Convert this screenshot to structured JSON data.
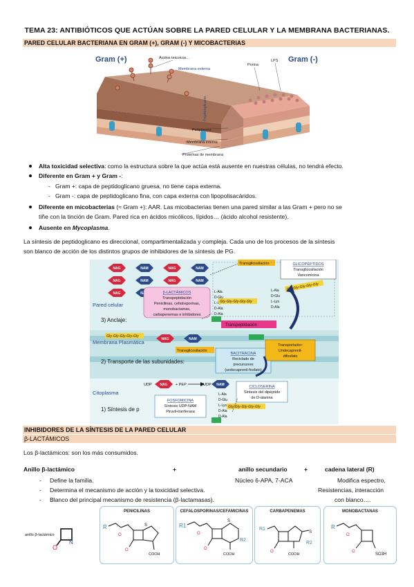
{
  "title": "TEMA 23: ANTIBIÓTICOS QUE ACTÚAN SOBRE LA PARED CELULAR Y LA MEMBRANA BACTERIANAS.",
  "section1": {
    "heading": "PARED CELULAR BACTERIANA EN GRAM (+), GRAM (-) Y MICOBACTERIAS",
    "figure": {
      "gram_pos": "Gram (+)",
      "gram_neg": "Gram (-)",
      "labels": [
        "Ácidos teicoicos...",
        "Membrana externa",
        "Porina",
        "LPS",
        "Peptidoglicano",
        "Periplasma",
        "Membrana interna",
        "Proteínas de membrana"
      ]
    },
    "bullets": [
      {
        "bold": "Alta toxicidad selectiva",
        "text": ": como la estructura sobre la que actúa está ausente en nuestras células, no tendrá efecto."
      },
      {
        "bold": "Diferente en Gram + y Gram -",
        "text": ":"
      },
      {
        "bold": "Diferente en micobacterias",
        "text": " (≈ Gram +): AAR. Las micobacterias tienen una pared similar a las Gram + pero no se"
      },
      {
        "bold": "Ausente en ",
        "italic": "Mycoplasma",
        "text": "."
      }
    ],
    "sub_bullets": [
      "Gram +: capa de peptidoglicano gruesa, no tiene capa externa.",
      "Gram -: capa de peptidoglicano fina, con capa externa con lipopolisacáridos."
    ],
    "myco_continuation": "tiñe con la tinción de Gram. Pared rica en ácidos micólicos, lípidos… (ácido alcohol resistente).",
    "paragraph": [
      "La síntesis de peptidoglicano es direccional, compartimentalizada y compleja. Cada uno de los procesos de la síntesis",
      "son blanco de acción de los distintos grupos de inhibidores de la síntesis de PG."
    ]
  },
  "figure2": {
    "compartments": [
      "Pared celular",
      "Membrana Plasmática",
      "Citoplasma"
    ],
    "steps": [
      "3) Anclaje:",
      "2) Transporte de las subunidades:",
      "1) Síntesis de p"
    ],
    "sugars": [
      "NAG",
      "NAM"
    ],
    "boxes": {
      "glicopeptidos": {
        "title": "GLICOPÉPTIDOS",
        "line1": "Transglicosilación",
        "line2": "Vancomicina"
      },
      "betalactamicos": {
        "title": "β-LACTÁMICOS",
        "line1": "Transpeptidación",
        "line2": "Penicilinas, cefalosporinas,",
        "line3": "monobactamas,",
        "line4": "carbapenemas e inhibidores"
      },
      "bacitracina": {
        "title": "BACITRACINA",
        "line1": "Reciclado de",
        "line2": "precursores",
        "line3": "(undecaprenil-fosfato)"
      },
      "fosfomicina": {
        "title": "FOSFOMICINA",
        "line1": "Síntesis UDP-NAM",
        "line2": "Piruvil-tranferasa"
      },
      "cicloserina": {
        "title": "CICLOSERINA",
        "line1": "Síntesis del dipéptido",
        "line2": "de D-alanina"
      },
      "transportador": {
        "line1": "Transportador:",
        "line2": "Undecaprenil-",
        "line3": "difosfato"
      }
    },
    "tags": [
      "Transglicosilación",
      "Transpeptidación",
      "Transglicosilación"
    ],
    "peptide": [
      "L-Ala",
      "D-Glu",
      "L-Lys",
      "D-Ala",
      "D-Ala"
    ],
    "gly": "Gly-Gly-Gly-Gly-Gly",
    "udp": "UDP",
    "pep": "+ PEP"
  },
  "section2": {
    "heading": "INHIBIDORES DE LA SÍNTESIS DE LA PARED CELULAR",
    "subheading": "β-LACTÁMICOS",
    "intro": "Los β-lactámicos: son los más consumidos.",
    "formula": {
      "a": "Anillo β-lactámico",
      "plus1": "+",
      "b": "anillo secundario",
      "plus2": "+",
      "c": "cadena lateral (R)"
    },
    "rows": [
      {
        "left": "Define la familia.",
        "mid": "Núcleo 6-APA, 7-ACA",
        "right": "Modifica espectro,"
      },
      {
        "left": "Determina el mecanismo de acción y la toxicidad selectiva.",
        "mid": "",
        "right": "Resistencias, interacción"
      },
      {
        "left": "Blanco del principal mecanismo de resistencia (β-lactamasas).",
        "mid": "",
        "right": "con blanco…."
      }
    ],
    "ring_label": "anillo β-lactámico",
    "structures": [
      "PENICILINAS",
      "CEFALOSPORINAS/CEFAMICINAS",
      "CARBAPENEMAS",
      "MONOBACTANAS"
    ],
    "chem": {
      "R": "R",
      "R1": "R1",
      "R2": "R2",
      "COOH": "COOH",
      "S": "S",
      "SO3H": "SO3H",
      "N": "N",
      "O": "O"
    }
  }
}
